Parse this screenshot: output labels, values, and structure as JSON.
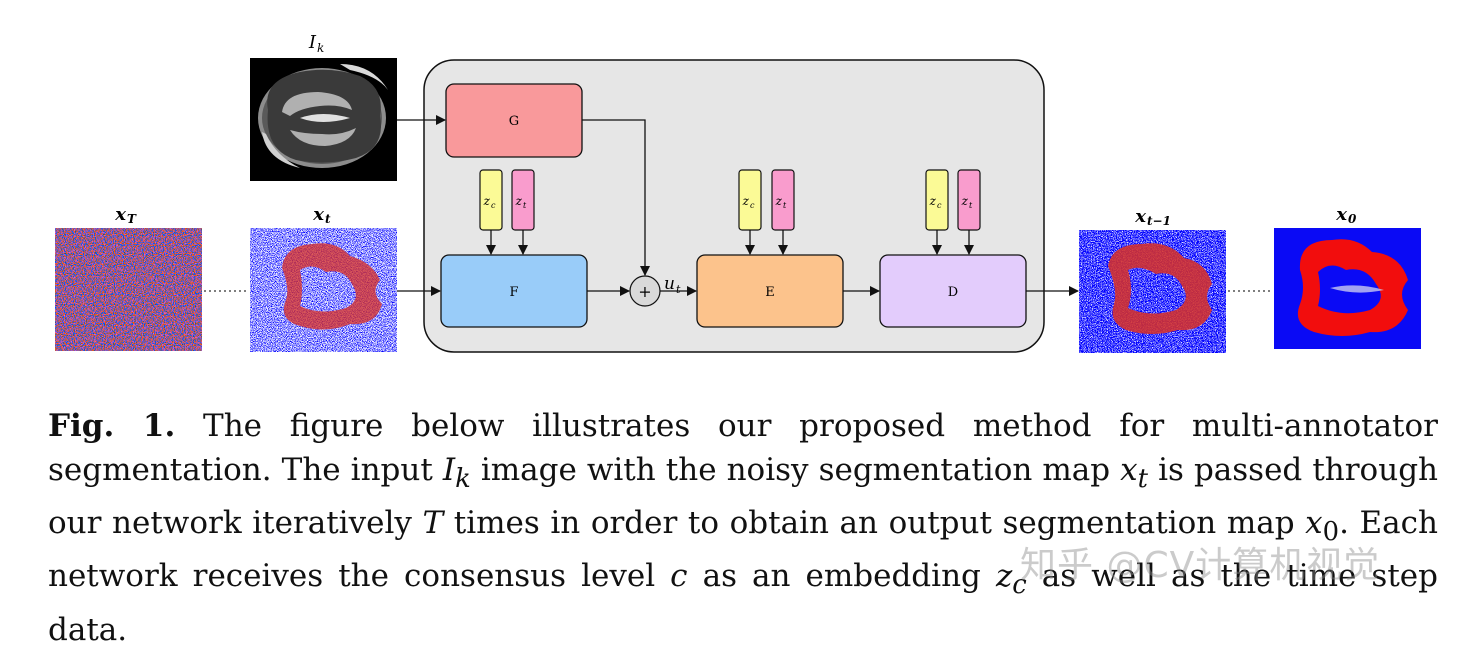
{
  "labels": {
    "ik_main": "I",
    "ik_sub": "k",
    "xT_main": "x",
    "xT_sub": "T",
    "xt_main": "x",
    "xt_sub": "t",
    "xt1_main": "x",
    "xt1_sub": "t−1",
    "x0_main": "x",
    "x0_sub": "0",
    "ut_main": "u",
    "ut_sub": "t"
  },
  "blocks": {
    "G": "G",
    "F": "F",
    "E": "E",
    "D": "D",
    "plus": "+",
    "zc_main": "z",
    "zc_sub": "c",
    "zt_main": "z",
    "zt_sub": "t"
  },
  "colors": {
    "panel_bg": "#e6e6e6",
    "G": "#f9999b",
    "F": "#99ccf9",
    "E": "#fcc38c",
    "D": "#e3ccfc",
    "zc": "#fbfa96",
    "zt": "#f99ccd",
    "noise_red": "#d6302a",
    "noise_blue": "#1f1fd6",
    "seg_blue": "#0a0af5",
    "seg_red": "#f20d0d"
  },
  "caption": {
    "label": "Fig. 1.",
    "p1": " The figure below illustrates our proposed method for multi-annotator segmentation. The input ",
    "ik": "I",
    "ik_sub": "k",
    "p2": " image with the noisy segmentation map ",
    "xt": "x",
    "xt_sub": "t",
    "p3": " is passed through our network iteratively ",
    "T": "T",
    "p4": " times in order to obtain an output segmentation map ",
    "x0": "x",
    "x0_sub": "0",
    "p5": ". Each network receives the consensus level ",
    "c": "c",
    "p6": " as an embedding ",
    "zc": "z",
    "zc_sub": "c",
    "p7": " as well as the time step data."
  },
  "watermark": "知乎 @CV计算机视觉"
}
